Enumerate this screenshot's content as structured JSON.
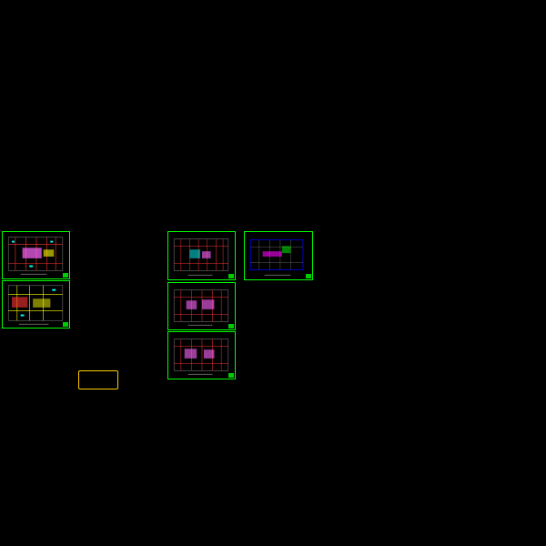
{
  "drawing": {
    "background": "#000000",
    "sheet_border_color": "#00ff00",
    "sheets": [
      {
        "id": "sheet-1",
        "kind": "floor-plan",
        "accent": "#ff3333",
        "fill": "#ff66ff"
      },
      {
        "id": "sheet-2",
        "kind": "floor-plan",
        "accent": "#ffff00",
        "fill": "#ff3333"
      },
      {
        "id": "sheet-3",
        "kind": "floor-plan",
        "accent": "#ff3333",
        "fill": "#00ffff"
      },
      {
        "id": "sheet-4",
        "kind": "roof-plan",
        "accent": "#0000ff",
        "fill": "#ff00ff"
      },
      {
        "id": "sheet-5",
        "kind": "floor-plan",
        "accent": "#ff3333",
        "fill": "#ff66ff"
      },
      {
        "id": "sheet-6",
        "kind": "floor-plan",
        "accent": "#ff3333",
        "fill": "#ff66ff"
      }
    ],
    "legend": {
      "line1": "",
      "line2": "",
      "color": "#ffcc00"
    }
  }
}
